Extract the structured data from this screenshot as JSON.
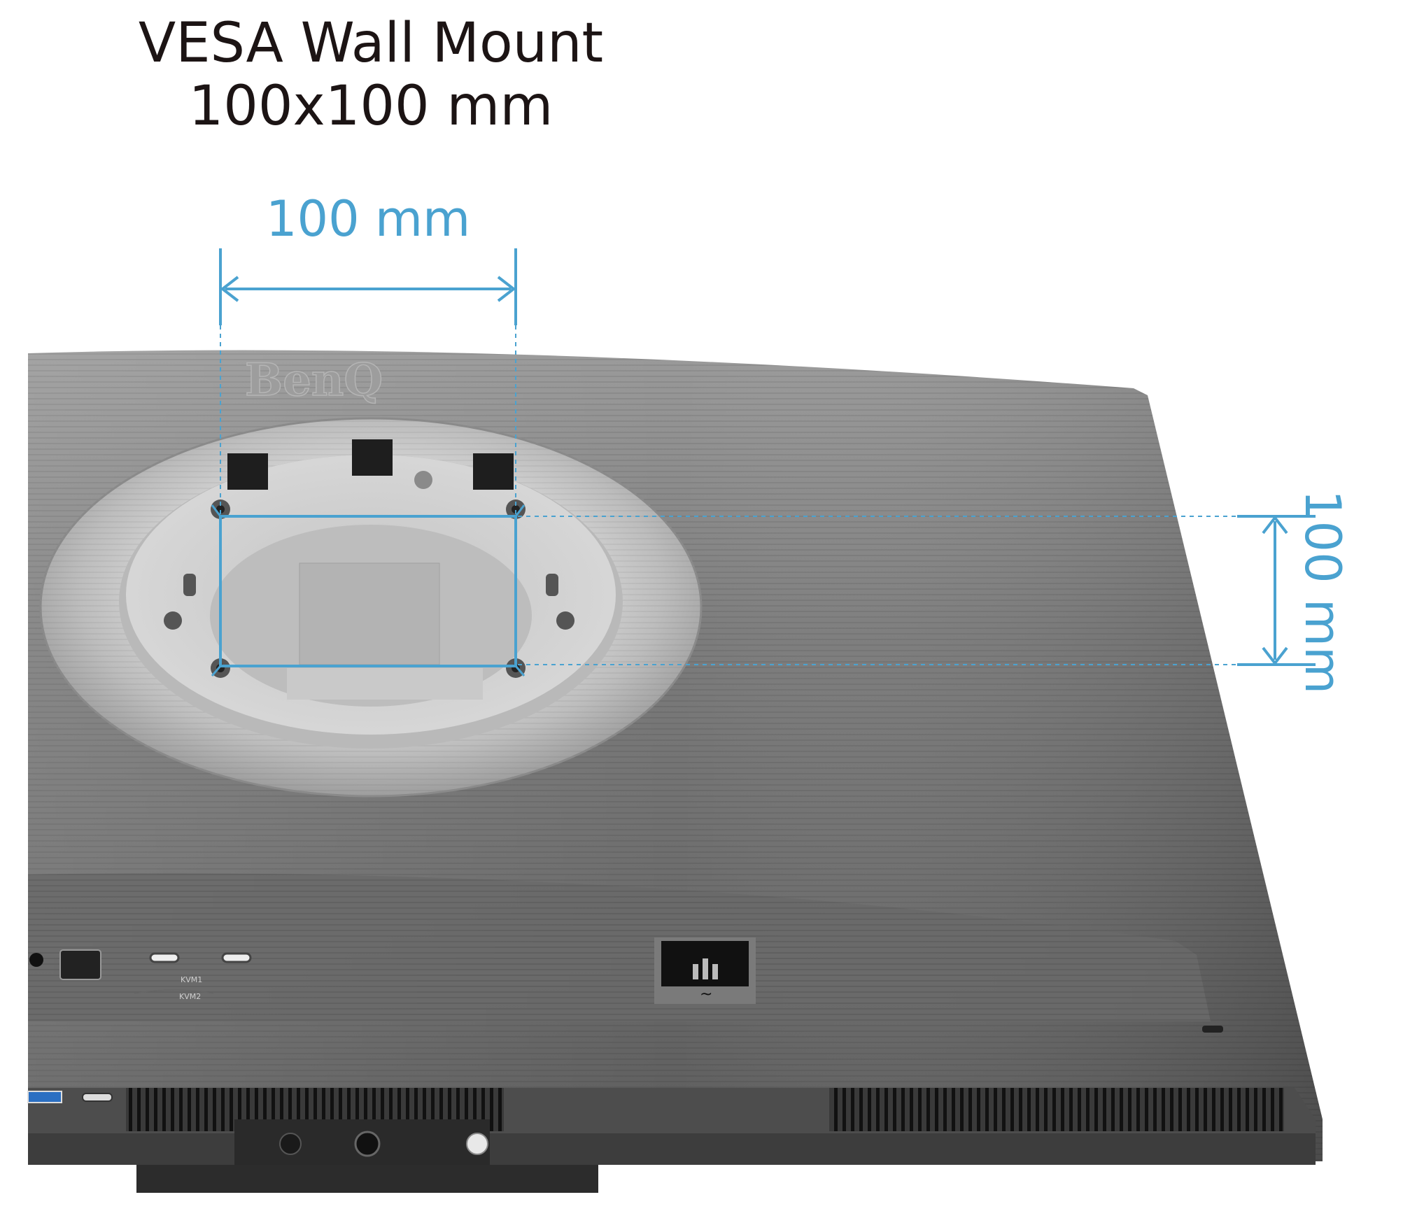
{
  "heading": {
    "line1": "VESA Wall Mount",
    "line2": "100x100 mm"
  },
  "dimensions": {
    "horizontal_label": "100 mm",
    "vertical_label": "100 mm"
  },
  "monitor": {
    "brand_embossed": "BenQ",
    "port_labels": {
      "kvm1": "KVM1",
      "kvm2": "KVM2",
      "power_symbol": "~"
    }
  },
  "colors": {
    "accent": "#4aa2d0",
    "heading": "#1c1414",
    "body_dark": "#5f5f5f",
    "body_light": "#c8c8c8"
  }
}
